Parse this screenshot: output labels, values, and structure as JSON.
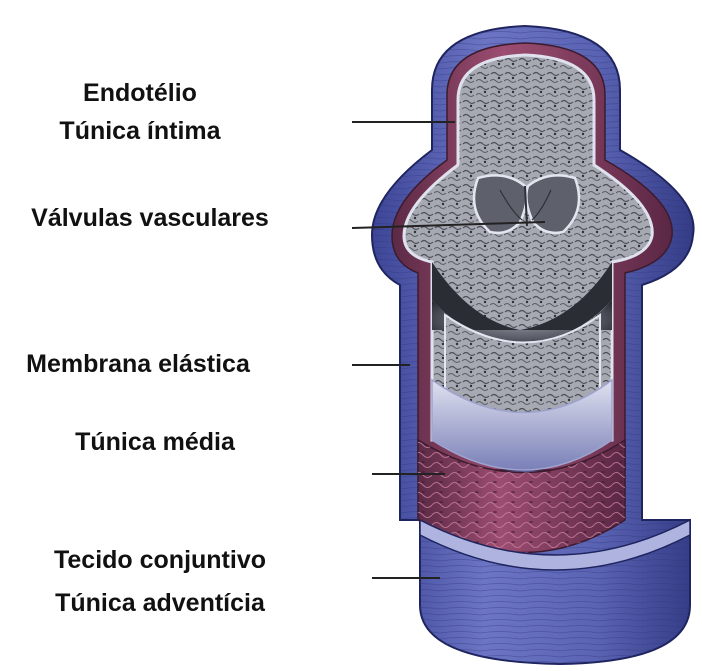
{
  "labels": {
    "endotelio": "Endotélio",
    "tunica_intima": "Túnica íntima",
    "valvulas": "Válvulas vasculares",
    "membrana": "Membrana elástica",
    "tunica_media": "Túnica média",
    "tecido": "Tecido conjuntivo",
    "tunica_adventicia": "Túnica adventícia"
  },
  "colors": {
    "adventitia": "#5b63b5",
    "media": "#8b3f62",
    "endothelium": "#8e9099",
    "lumen_dark": "#2e3038",
    "elastic": "#b6bad8",
    "leader": "#222222"
  }
}
